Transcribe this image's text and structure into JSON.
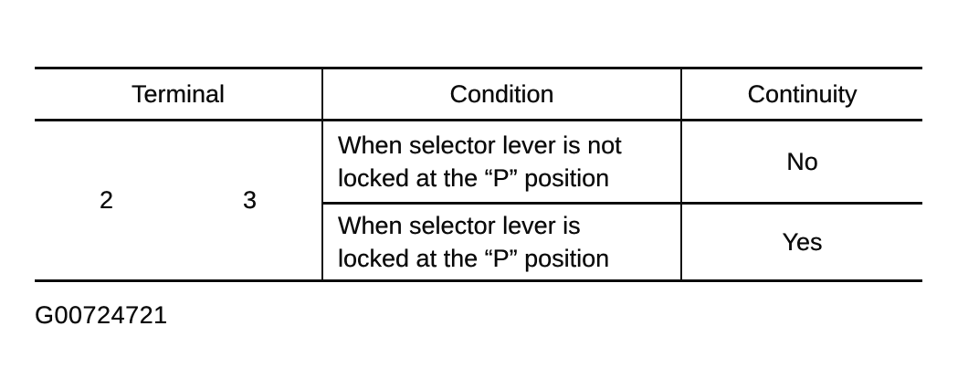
{
  "table": {
    "headers": [
      "Terminal",
      "Condition",
      "Continuity"
    ],
    "terminal": {
      "values": [
        "2",
        "3"
      ]
    },
    "rows": [
      {
        "condition": "When selector lever is not locked at the “P” position",
        "condition_lines": [
          "When selector lever is not",
          "locked at the “P” position"
        ],
        "continuity": "No"
      },
      {
        "condition": "When selector lever is locked at the “P” position",
        "condition_lines": [
          "When selector lever is",
          "locked at the “P” position"
        ],
        "continuity": "Yes"
      }
    ]
  },
  "figure": {
    "caption": "G00724721"
  }
}
